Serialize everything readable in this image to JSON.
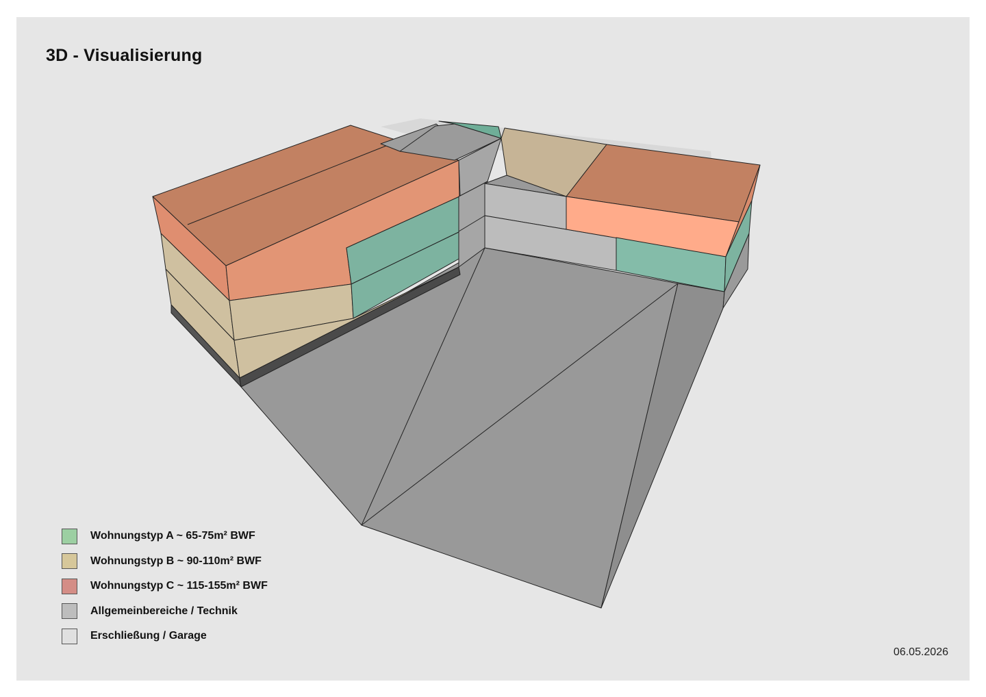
{
  "title": "3D - Visualisierung",
  "date": "06.05.2026",
  "colors": {
    "typ_a": "#9ccfa2",
    "typ_b": "#d6c79a",
    "typ_c": "#d48d86",
    "allgemein": "#bdbdbd",
    "erschliessung": "#e0e0e0"
  },
  "legend": [
    {
      "label": "Wohnungstyp A ~ 65-75m² BWF",
      "color": "#9ccfa2",
      "icon": "legend-swatch-a"
    },
    {
      "label": "Wohnungstyp B ~ 90-110m² BWF",
      "color": "#d6c79a",
      "icon": "legend-swatch-b"
    },
    {
      "label": "Wohnungstyp C ~ 115-155m² BWF",
      "color": "#d48d86",
      "icon": "legend-swatch-c"
    },
    {
      "label": "Allgemeinbereiche / Technik",
      "color": "#bdbdbd",
      "icon": "legend-swatch-allgemein"
    },
    {
      "label": "Erschließung / Garage",
      "color": "#e0e0e0",
      "icon": "legend-swatch-erschliessung"
    }
  ]
}
